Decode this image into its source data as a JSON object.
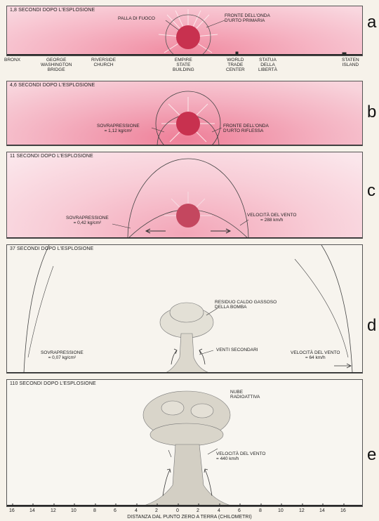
{
  "panels": [
    {
      "letter": "a",
      "title": "1,8 SECONDI DOPO L'ESPLOSIONE",
      "labels": {
        "fireball": "PALLA DI FUOCO",
        "front": "FRONTE DELL'ONDA\nD'URTO PRIMARIA"
      }
    },
    {
      "letter": "b",
      "title": "4,6 SECONDI DOPO L'ESPLOSIONE",
      "labels": {
        "overpressure": "SOVRAPRESSIONE\n= 1,12 kg/cm²",
        "front": "FRONTE DELL'ONDA\nD'URTO RIFLESSA"
      }
    },
    {
      "letter": "c",
      "title": "11 SECONDI DOPO L'ESPLOSIONE",
      "labels": {
        "overpressure": "SOVRAPRESSIONE\n= 0,42 kg/cm²",
        "wind": "VELOCITÀ DEL VENTO\n= 288 km/h"
      }
    },
    {
      "letter": "d",
      "title": "37 SECONDI DOPO L'ESPLOSIONE",
      "labels": {
        "residue": "RESIDUO CALDO GASSOSO\nDELLA BOMBA",
        "secondary": "VENTI SECONDARI",
        "overpressure": "SOVRAPRESSIONE\n= 0,07 kg/cm²",
        "wind": "VELOCITÀ DEL VENTO\n= 64 km/h"
      }
    },
    {
      "letter": "e",
      "title": "110 SECONDI DOPO L'ESPLOSIONE",
      "labels": {
        "cloud": "NUBE\nRADIOATTIVA",
        "wind": "VELOCITÀ DEL VENTO\n= 440 km/h"
      }
    }
  ],
  "landmarks": [
    "BRONX",
    "GEORGE\nWASHINGTON\nBRIDGE",
    "RIVERSIDE\nCHURCH",
    "EMPIRE\nSTATE\nBUILDING",
    "WORLD\nTRADE\nCENTER",
    "STATUA\nDELLA\nLIBERTÀ",
    "STATEN\nISLAND"
  ],
  "axis": {
    "ticks": [
      "16",
      "14",
      "12",
      "10",
      "8",
      "6",
      "4",
      "2",
      "0",
      "2",
      "4",
      "6",
      "8",
      "10",
      "12",
      "14",
      "16"
    ],
    "title": "DISTANZA DAL PUNTO ZERO A TERRA (CHILOMETRI)"
  },
  "colors": {
    "fireball": "#c8314f",
    "panel_pink": "#f2a3b6",
    "line": "#333333",
    "ground": "#2a2a2a"
  }
}
